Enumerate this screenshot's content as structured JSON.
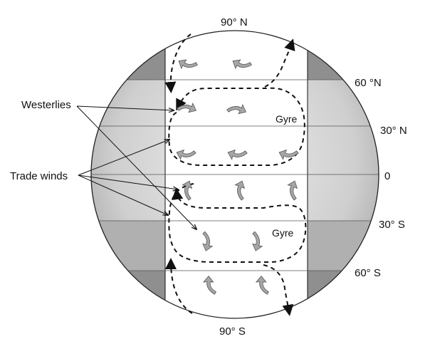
{
  "figure": {
    "labels": {
      "north_pole": "90° N",
      "south_pole": "90° S",
      "lat_60n": "60 °N",
      "lat_30n": "30° N",
      "equator": "0",
      "lat_30s": "30° S",
      "lat_60s": "60° S",
      "gyre_north": "Gyre",
      "gyre_south": "Gyre",
      "westerlies": "Westerlies",
      "trade_winds": "Trade winds"
    },
    "colors": {
      "globe_light": "#e6e6e6",
      "globe_mid": "#b9b9b9",
      "globe_dark": "#8a8a8a",
      "ocean_band": "#ffffff",
      "ink": "#111111",
      "wind_arrow": "#a6a6a6"
    },
    "icons": {
      "wind": "wind-arrow-icon",
      "current": "dashed-current-path"
    }
  }
}
